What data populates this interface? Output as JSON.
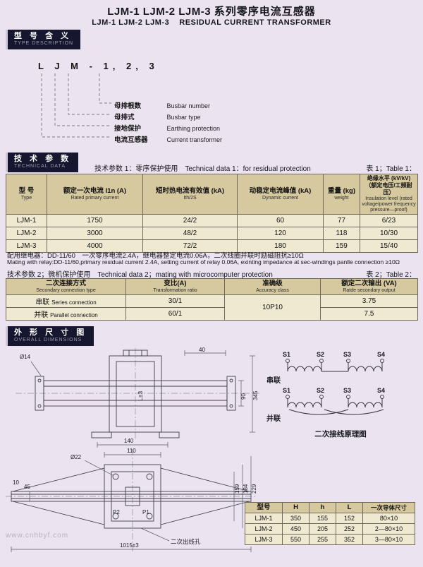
{
  "header": {
    "title_model": "LJM-1 LJM-2 LJM-3",
    "title_cn": "系列零序电流互感器",
    "subtitle_model": "LJM-1 LJM-2 LJM-3",
    "subtitle_en": "RESIDUAL CURRENT  TRANSFORMER"
  },
  "sections": {
    "type_desc": {
      "cn": "型 号 含 义",
      "en": "TYPE DESCRIPTION"
    },
    "tech_data": {
      "cn": "技 术 参 数",
      "en": "TECHNICAL DATA"
    },
    "dimensions": {
      "cn": "外 形 尺 寸 图",
      "en": "OVERALL DIMENSIONS"
    }
  },
  "model_diagram": {
    "code": "L J M - 1, 2, 3",
    "labels": [
      {
        "cn": "母排根数",
        "en": "Busbar number"
      },
      {
        "cn": "母排式",
        "en": "Busbar type"
      },
      {
        "cn": "接地保护",
        "en": "Earthing protection"
      },
      {
        "cn": "电流互感器",
        "en": "Current transformer"
      }
    ]
  },
  "tech1": {
    "intro": "技术参数 1：零序保护使用　Technical data 1：for residual protection",
    "table_ref": "表 1；Table 1：",
    "headers": [
      {
        "cn": "型    号",
        "en": "Type"
      },
      {
        "cn": "额定一次电流 I1n (A)",
        "en": "Rated primary current"
      },
      {
        "cn": "短时热电流有效值 (kA)",
        "en": "Ith/2S"
      },
      {
        "cn": "动稳定电流峰值 (kA)",
        "en": "Dynamic current"
      },
      {
        "cn": "重量 (kg)",
        "en": "weight"
      },
      {
        "cn": "绝缘水平 (kV/kV)（额定电压/工频耐压）",
        "en": "Insulation level (rated voltage/power frequency pressure—proof)"
      }
    ],
    "rows": [
      [
        "LJM-1",
        "1750",
        "24/2",
        "60",
        "77",
        "6/23"
      ],
      [
        "LJM-2",
        "3000",
        "48/2",
        "120",
        "118",
        "10/30"
      ],
      [
        "LJM-3",
        "4000",
        "72/2",
        "180",
        "159",
        "15/40"
      ]
    ],
    "note_cn": "配用继电器：DD-11/60　一次零序电流2.4A，继电器整定电流0.06A，二次线圈并联时励磁阻抗≥10Ω",
    "note_en": "Mating with relay:DD-11/60,primary residual current 2.4A, setting current of relay 0.06A, exinting impedance at sec-windings panlle connection ≥10Ω"
  },
  "tech2": {
    "intro": "技术参数 2；微机保护使用　Technical data 2；mating with microcomputer protection",
    "table_ref": "表 2；Table 2：",
    "headers": [
      {
        "cn": "二次连接方式",
        "en": "Secondary connection type"
      },
      {
        "cn": "变比(A)",
        "en": "Transformation ratio"
      },
      {
        "cn": "准确级",
        "en": "Accuracy class"
      },
      {
        "cn": "额定二次输出 (VA)",
        "en": "Ratde secondary output"
      }
    ],
    "accuracy": "10P10",
    "rows": [
      {
        "type_cn": "串联",
        "type_en": "Series connection",
        "ratio": "30/1",
        "output": "3.75"
      },
      {
        "type_cn": "并联",
        "type_en": "Parallel connection",
        "ratio": "60/1",
        "output": "7.5"
      }
    ]
  },
  "drawing_top": {
    "labels": [
      "Ø14",
      "40",
      "L±3",
      "90",
      "345"
    ]
  },
  "drawing_bottom": {
    "labels": [
      "Ø22",
      "110",
      "140",
      "10",
      "45",
      "159",
      "184",
      "229",
      "1015±3",
      "P2",
      "P1",
      "二次出线孔"
    ]
  },
  "wiring": {
    "terminals": [
      "S1",
      "S2",
      "S3",
      "S4"
    ],
    "series_label": "串联",
    "parallel_label": "并联",
    "caption": "二次接线原理图"
  },
  "dims_table": {
    "headers": [
      "型号",
      "H",
      "h",
      "L",
      "一次导体尺寸"
    ],
    "rows": [
      [
        "LJM-1",
        "350",
        "155",
        "152",
        "80×10"
      ],
      [
        "LJM-2",
        "450",
        "205",
        "252",
        "2—80×10"
      ],
      [
        "LJM-3",
        "550",
        "255",
        "352",
        "3—80×10"
      ]
    ]
  },
  "watermark": "www.cnhbyf.com"
}
